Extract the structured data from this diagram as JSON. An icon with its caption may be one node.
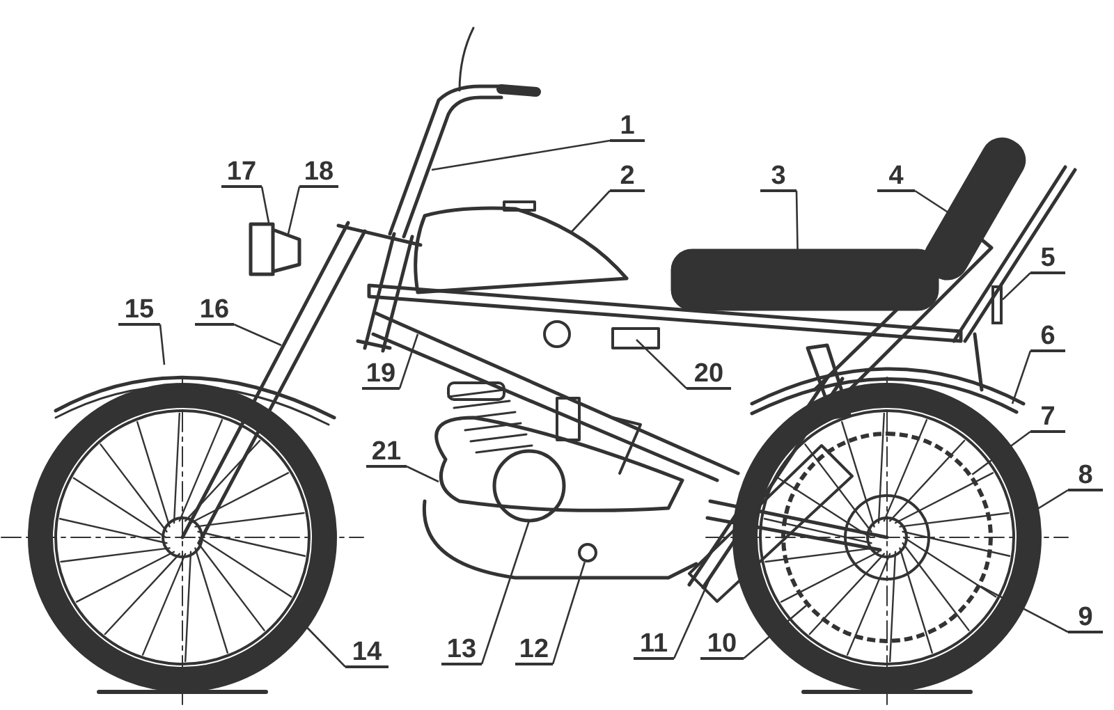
{
  "diagram": {
    "nodes": [
      {
        "text": [
          "1"
        ]
      },
      {
        "text": [
          "2"
        ]
      },
      {
        "text": [
          "3"
        ]
      },
      {
        "text": [
          "4"
        ]
      },
      {
        "text": [
          "5"
        ]
      },
      {
        "text": [
          "6"
        ]
      },
      {
        "text": [
          "7"
        ]
      },
      {
        "text": [
          "8"
        ]
      },
      {
        "text": [
          "9"
        ]
      },
      {
        "text": [
          "10"
        ]
      },
      {
        "text": [
          "11"
        ]
      },
      {
        "text": [
          "12"
        ]
      },
      {
        "text": [
          "13"
        ]
      },
      {
        "text": [
          "14"
        ]
      },
      {
        "text": [
          "15"
        ]
      },
      {
        "text": [
          "16"
        ]
      },
      {
        "text": [
          "17"
        ]
      },
      {
        "text": [
          "18"
        ]
      },
      {
        "text": [
          "19"
        ]
      },
      {
        "text": [
          "20"
        ]
      },
      {
        "text": [
          "21"
        ]
      },
      {
        "text": [],
        "shape": "box"
      },
      {
        "text": [],
        "shape": "circle"
      },
      {
        "text": [],
        "shape": "circle"
      }
    ],
    "edges": [
      {
        "from": 0,
        "to": null,
        "arrow": "none"
      },
      {
        "from": 1,
        "to": null,
        "arrow": "none"
      },
      {
        "from": 2,
        "to": null,
        "arrow": "none"
      },
      {
        "from": 3,
        "to": null,
        "arrow": "none"
      },
      {
        "from": 4,
        "to": 21,
        "arrow": "none"
      },
      {
        "from": 5,
        "to": null,
        "arrow": "none"
      },
      {
        "from": 6,
        "to": 23,
        "arrow": "none"
      },
      {
        "from": 7,
        "to": null,
        "arrow": "none"
      },
      {
        "from": 8,
        "to": 23,
        "arrow": "none"
      },
      {
        "from": 9,
        "to": 23,
        "arrow": "none"
      },
      {
        "from": 10,
        "to": null,
        "arrow": "none"
      },
      {
        "from": 11,
        "to": 22,
        "arrow": "none"
      },
      {
        "from": 12,
        "to": null,
        "arrow": "none"
      },
      {
        "from": 13,
        "to": null,
        "arrow": "none"
      },
      {
        "from": 14,
        "to": null,
        "arrow": "none"
      },
      {
        "from": 15,
        "to": null,
        "arrow": "none"
      },
      {
        "from": 16,
        "to": null,
        "arrow": "none"
      },
      {
        "from": 17,
        "to": null,
        "arrow": "none"
      },
      {
        "from": 18,
        "to": null,
        "arrow": "none"
      },
      {
        "from": 19,
        "to": null,
        "arrow": "none"
      },
      {
        "from": 20,
        "to": null,
        "arrow": "none"
      }
    ]
  }
}
